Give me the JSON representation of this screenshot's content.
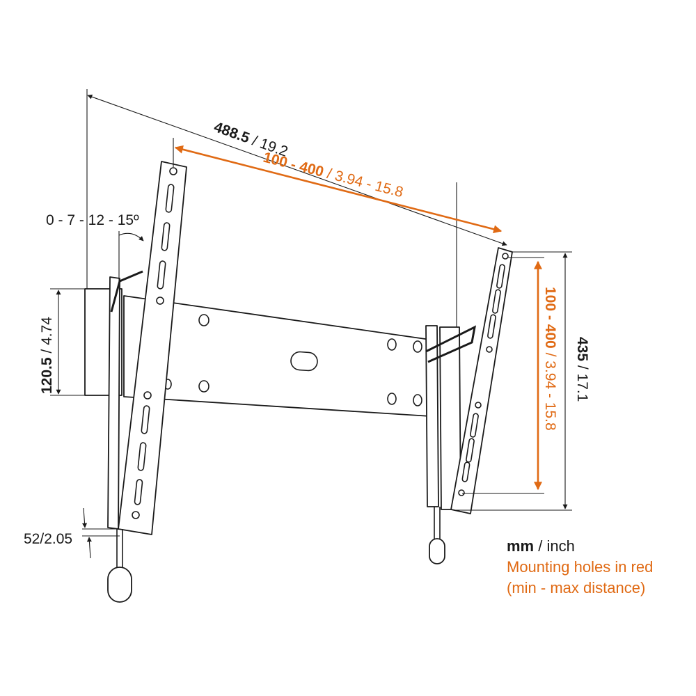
{
  "dimensions": {
    "overall_width": {
      "mm": "488.5",
      "inch": "19.2"
    },
    "hole_spacing_horizontal": {
      "mm": "100 - 400",
      "inch": "3.94 - 15.8"
    },
    "tilt": "0 - 7 - 12 - 15º",
    "wall_plate_height": {
      "mm": "120.5",
      "inch": "4.74"
    },
    "overall_height": {
      "mm": "435",
      "inch": "17.1"
    },
    "hole_spacing_vertical": {
      "mm": "100 - 400",
      "inch": "3.94 - 15.8"
    },
    "wall_distance": "52/2.05"
  },
  "legend": {
    "unit_mm": "mm",
    "unit_inch": "/ inch",
    "line1": "Mounting holes in red",
    "line2": "(min - max distance)"
  },
  "colors": {
    "line": "#1a1a1a",
    "accent": "#e06a14",
    "background": "#ffffff"
  }
}
